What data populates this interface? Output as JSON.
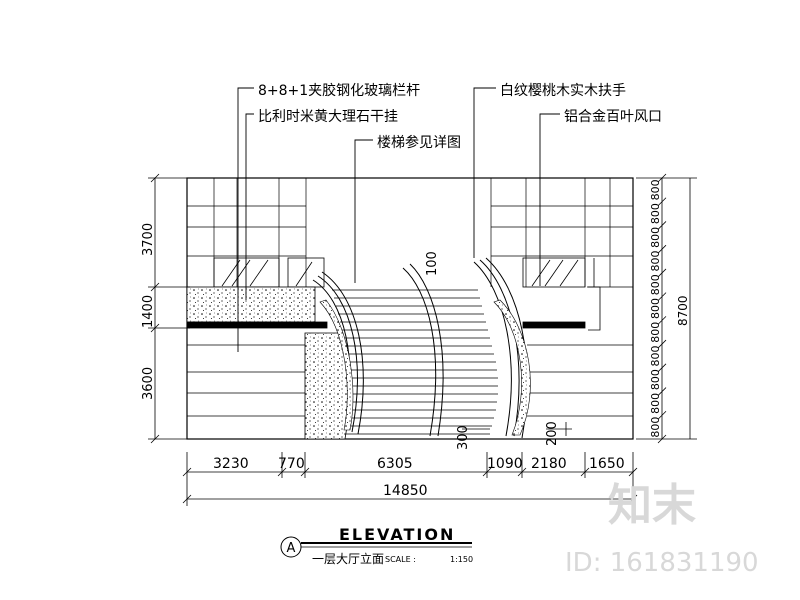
{
  "annotations": {
    "glass_railing": "8+8+1夹胶钢化玻璃栏杆",
    "handrail": "白纹樱桃木实木扶手",
    "marble_column": "比利时米黄大理石干挂",
    "stair_ref": "楼梯参见详图",
    "aluminium_louver": "铝合金百叶风口"
  },
  "left_dimensions": [
    "3700",
    "1400",
    "3600"
  ],
  "right_dimensions": {
    "repeated": "800",
    "count": 11,
    "total": "8700"
  },
  "bottom_dimensions": [
    "3230",
    "770",
    "6305",
    "1090",
    "2180",
    "1650"
  ],
  "overall_width": "14850",
  "inner_labels": {
    "top_landing": "100",
    "step_left": "300",
    "step_right": "200"
  },
  "title_block": {
    "marker": "A",
    "title": "ELEVATION",
    "subtitle": "一层大厅立面",
    "scale_label": "SCALE :",
    "scale_value": "1:150"
  },
  "watermark": {
    "logo_text": "知末",
    "id_text": "ID: 161831190"
  }
}
